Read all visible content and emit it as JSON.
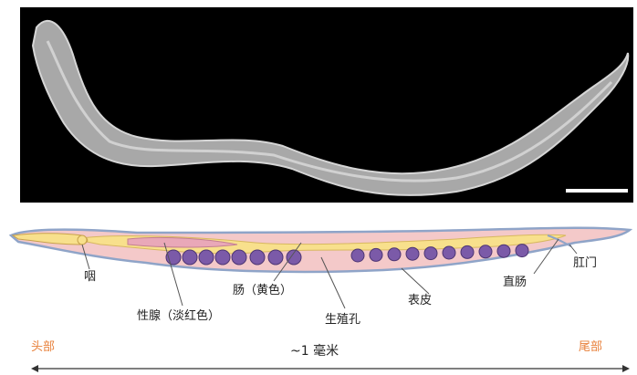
{
  "micrograph": {
    "background_color": "#000000",
    "worm_color": "#bdbdbd",
    "scale_bar_color": "#ffffff"
  },
  "diagram": {
    "labels": {
      "pharynx": "咽",
      "gonad": "性腺（淡红色）",
      "intestine": "肠（黄色）",
      "vulva": "生殖孔",
      "cuticle": "表皮",
      "rectum": "直肠",
      "anus": "肛门"
    },
    "colors": {
      "body_outline": "#8fa4c8",
      "body_fill": "#f4c9c9",
      "intestine": "#f8e08c",
      "gonad": "#e9a8b8",
      "eggs": "#7b5aa8",
      "leader_line": "#555555"
    }
  },
  "scale": {
    "head_label": "头部",
    "tail_label": "尾部",
    "length_label": "~1 毫米",
    "label_color": "#e8803a"
  }
}
